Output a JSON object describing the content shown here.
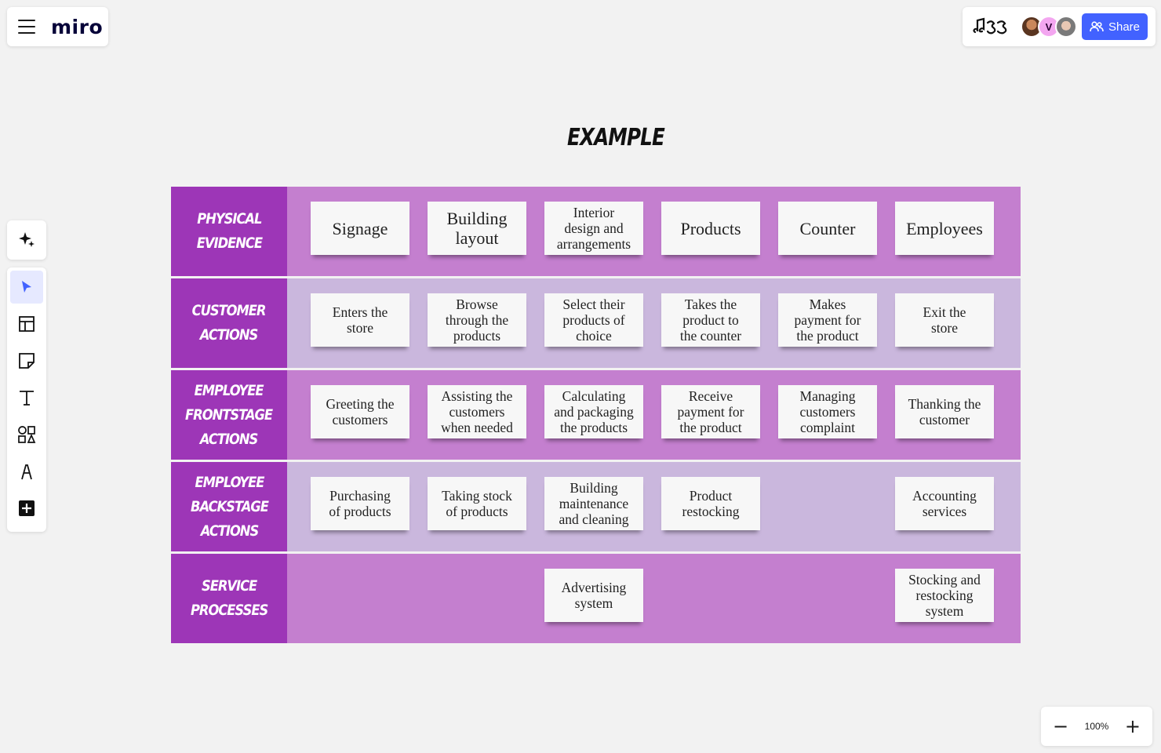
{
  "app": {
    "logo": "miro",
    "share_label": "Share",
    "avatar_initial": "V",
    "zoom_level": "100%",
    "zoom_out_symbol": "−",
    "zoom_in_symbol": "+",
    "accent_color": "#4262ff"
  },
  "toolbar": {
    "icons": [
      "ai-sparkle-icon",
      "select-cursor-icon",
      "templates-icon",
      "sticky-note-icon",
      "text-tool-icon",
      "shapes-icon",
      "pen-icon",
      "add-more-icon"
    ],
    "active": "select-cursor-icon"
  },
  "board": {
    "title": "EXAMPLE",
    "colors": {
      "label": "#9d36b7",
      "dark_band": "#c47fcf",
      "light_band": "#cab7dd"
    },
    "rows": [
      {
        "label": "PHYSICAL\nEVIDENCE",
        "cells": [
          "Signage",
          "Building\nlayout",
          "Interior\ndesign and\narrangements",
          "Products",
          "Counter",
          "Employees"
        ]
      },
      {
        "label": "CUSTOMER\nACTIONS",
        "cells": [
          "Enters the\nstore",
          "Browse\nthrough the\nproducts",
          "Select their\nproducts of\nchoice",
          "Takes the\nproduct to\nthe counter",
          "Makes\npayment for\nthe product",
          "Exit the\nstore"
        ]
      },
      {
        "label": "EMPLOYEE\nFRONTSTAGE\nACTIONS",
        "cells": [
          "Greeting the\ncustomers",
          "Assisting the\ncustomers\nwhen needed",
          "Calculating\nand packaging\nthe products",
          "Receive\npayment for\nthe product",
          "Managing\ncustomers\ncomplaint",
          "Thanking the\ncustomer"
        ]
      },
      {
        "label": "EMPLOYEE\nBACKSTAGE\nACTIONS",
        "cells": [
          "Purchasing\nof products",
          "Taking stock\nof products",
          "Building\nmaintenance\nand cleaning",
          "Product\nrestocking",
          null,
          "Accounting\nservices"
        ]
      },
      {
        "label": "SERVICE\nPROCESSES",
        "cells": [
          null,
          null,
          "Advertising\nsystem",
          null,
          null,
          "Stocking and\nrestocking\nsystem"
        ]
      }
    ]
  }
}
